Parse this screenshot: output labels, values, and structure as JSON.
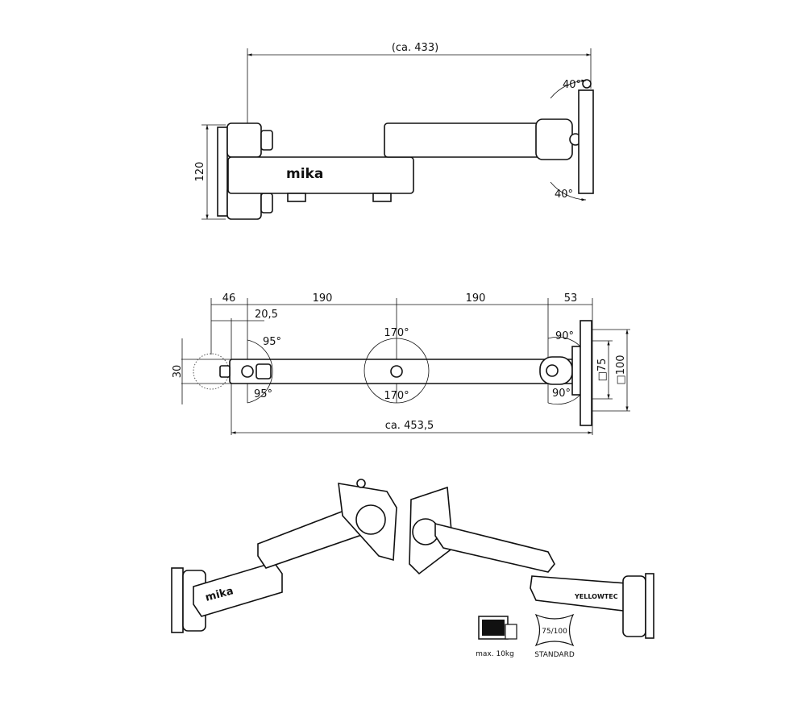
{
  "top_view": {
    "overall": "(ca. 433)",
    "height": "120",
    "tilt_up": "40°",
    "tilt_down": "40°",
    "brand": "mika"
  },
  "front_view": {
    "d1": "46",
    "d2": "190",
    "d3": "190",
    "d4": "53",
    "offset": "20,5",
    "thickness": "30",
    "swing_wall_up": "95°",
    "swing_wall_down": "95°",
    "swing_mid_up": "170°",
    "swing_mid_down": "170°",
    "swing_head_up": "90°",
    "swing_head_down": "90°",
    "vesa_small": "□75",
    "vesa_large": "□100",
    "overall": "ca. 453,5"
  },
  "perspective": {
    "brand_left": "mika",
    "brand_right": "YELLOWTEC"
  },
  "badges": {
    "load": "max. 10kg",
    "vesa": "75/100",
    "vesa_label": "STANDARD"
  }
}
